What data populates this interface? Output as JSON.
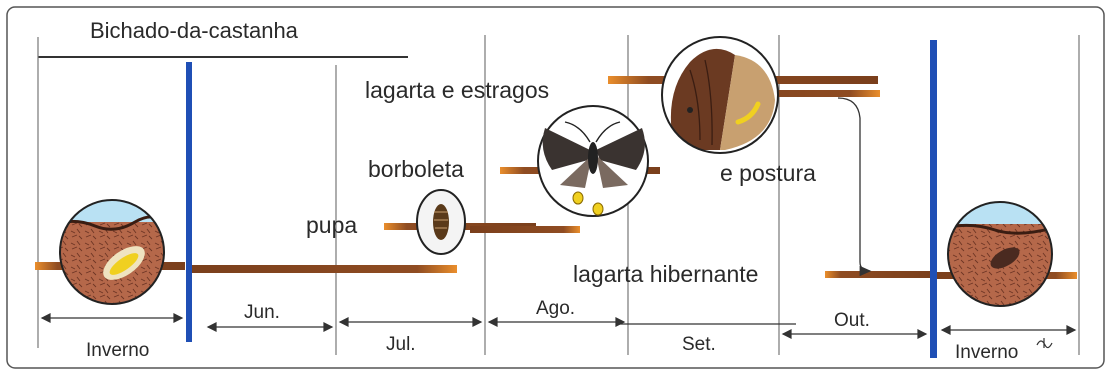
{
  "diagram": {
    "title": "Bichado-da-castanha",
    "stages": {
      "larva_damage": "lagarta e estragos",
      "moth": "borboleta",
      "laying": "e postura",
      "pupa": "pupa",
      "hibernating_larva": "lagarta hibernante"
    },
    "periods": {
      "winter_start": "Inverno",
      "june": "Jun.",
      "july": "Jul.",
      "august": "Ago.",
      "september": "Set.",
      "october": "Out.",
      "winter_end": "Inverno"
    },
    "colors": {
      "branch": "#8a4a22",
      "branch_tip": "#e58a2a",
      "season_bar": "#1f4fb5",
      "frame": "#333333",
      "soil": "#b5684a",
      "sky": "#b9e1f3",
      "larva": "#f0d020"
    },
    "icons": [
      "larva-in-soil-icon",
      "pupa-icon",
      "moth-with-eggs-icon",
      "chestnut-larva-icon",
      "hibernating-larva-icon",
      "artist-signature-icon"
    ]
  }
}
